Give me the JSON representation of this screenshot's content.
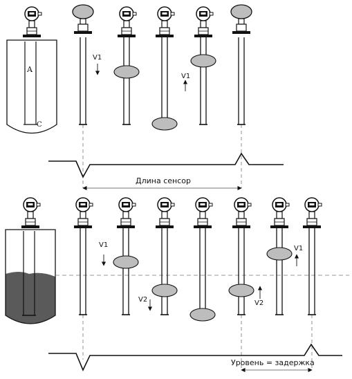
{
  "labels": {
    "tank_point_a": "A",
    "tank_point_c": "C",
    "speed_v1": "V1",
    "speed_v2": "V2",
    "sensor_length": "Длина сенсор",
    "level_delay": "Уровень = задержка"
  },
  "colors": {
    "float_fill": "#bdbdbd",
    "liquid_fill": "#5a5a5a",
    "ink": "#111111",
    "guide_dash": "#666666"
  },
  "icons": {
    "transmitter": "transmitter-head-icon",
    "float": "float-icon"
  }
}
